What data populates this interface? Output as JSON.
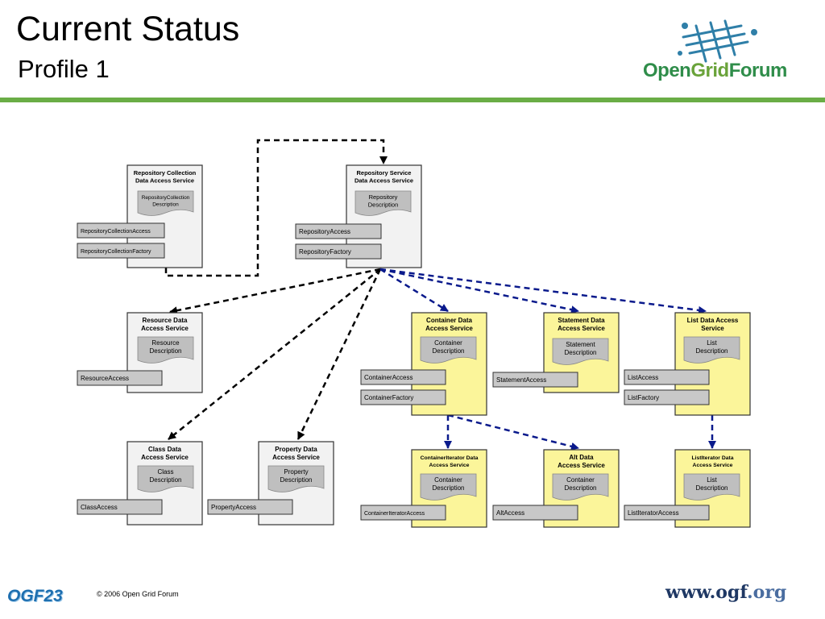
{
  "header": {
    "title": "Current Status",
    "subtitle": "Profile 1",
    "logo_text_open": "Open",
    "logo_text_grid": "Grid",
    "logo_text_forum": "Forum"
  },
  "colors": {
    "gray_service_fill": "#f2f2f2",
    "yellow_service_fill": "#fbf59a",
    "description_fill": "#bfbfbf",
    "port_fill": "#c8c8c8",
    "gray_arrow": "#000000",
    "blue_arrow": "#0a1a8c",
    "green_rule": "#6aad46"
  },
  "diagram": {
    "services": {
      "repo_collection": {
        "title": [
          "Repository Collection",
          "Data Access Service"
        ],
        "description": [
          "RepositoryCollection",
          "Description"
        ],
        "ports": [
          "RepositoryCollectionAccess",
          "RepositoryCollectionFactory"
        ]
      },
      "repo_service": {
        "title": [
          "Repository Service",
          "Data Access Service"
        ],
        "description": [
          "Repository",
          "Description"
        ],
        "ports": [
          "RepositoryAccess",
          "RepositoryFactory"
        ]
      },
      "resource": {
        "title": [
          "Resource Data",
          "Access Service"
        ],
        "description": [
          "Resource",
          "Description"
        ],
        "ports": [
          "ResourceAccess"
        ]
      },
      "container": {
        "title": [
          "Container Data",
          "Access Service"
        ],
        "description": [
          "Container",
          "Description"
        ],
        "ports": [
          "ContainerAccess",
          "ContainerFactory"
        ]
      },
      "statement": {
        "title": [
          "Statement Data",
          "Access Service"
        ],
        "description": [
          "Statement",
          "Description"
        ],
        "ports": [
          "StatementAccess"
        ]
      },
      "list": {
        "title": [
          "List Data Access",
          "Service"
        ],
        "description": [
          "List",
          "Description"
        ],
        "ports": [
          "ListAccess",
          "ListFactory"
        ]
      },
      "class": {
        "title": [
          "Class Data",
          "Access Service"
        ],
        "description": [
          "Class",
          "Description"
        ],
        "ports": [
          "ClassAccess"
        ]
      },
      "property": {
        "title": [
          "Property Data",
          "Access Service"
        ],
        "description": [
          "Property",
          "Description"
        ],
        "ports": [
          "PropertyAccess"
        ]
      },
      "container_iterator": {
        "title": [
          "ContainerIterator Data",
          "Access Service"
        ],
        "description": [
          "Container",
          "Description"
        ],
        "ports": [
          "ContainerIteratorAccess"
        ]
      },
      "alt": {
        "title": [
          "Alt Data",
          "Access Service"
        ],
        "description": [
          "Container",
          "Description"
        ],
        "ports": [
          "AltAccess"
        ]
      },
      "list_iterator": {
        "title": [
          "ListIterator Data",
          "Access Service"
        ],
        "description": [
          "List",
          "Description"
        ],
        "ports": [
          "ListIteratorAccess"
        ]
      }
    },
    "connectors": [
      {
        "from": "repo_collection",
        "to": "repo_service",
        "style": "black"
      },
      {
        "from": "repo_service",
        "to": "resource",
        "style": "black"
      },
      {
        "from": "repo_service",
        "to": "class",
        "style": "black"
      },
      {
        "from": "repo_service",
        "to": "property",
        "style": "black"
      },
      {
        "from": "repo_service",
        "to": "container",
        "style": "blue"
      },
      {
        "from": "repo_service",
        "to": "statement",
        "style": "blue"
      },
      {
        "from": "repo_service",
        "to": "list",
        "style": "blue"
      },
      {
        "from": "container",
        "to": "container_iterator",
        "style": "blue"
      },
      {
        "from": "container",
        "to": "alt",
        "style": "blue"
      },
      {
        "from": "list",
        "to": "list_iterator",
        "style": "blue"
      }
    ]
  },
  "footer": {
    "event": "OGF23",
    "copyright": "© 2006 Open Grid Forum",
    "url_main": "www.ogf",
    "url_tld": ".org"
  }
}
